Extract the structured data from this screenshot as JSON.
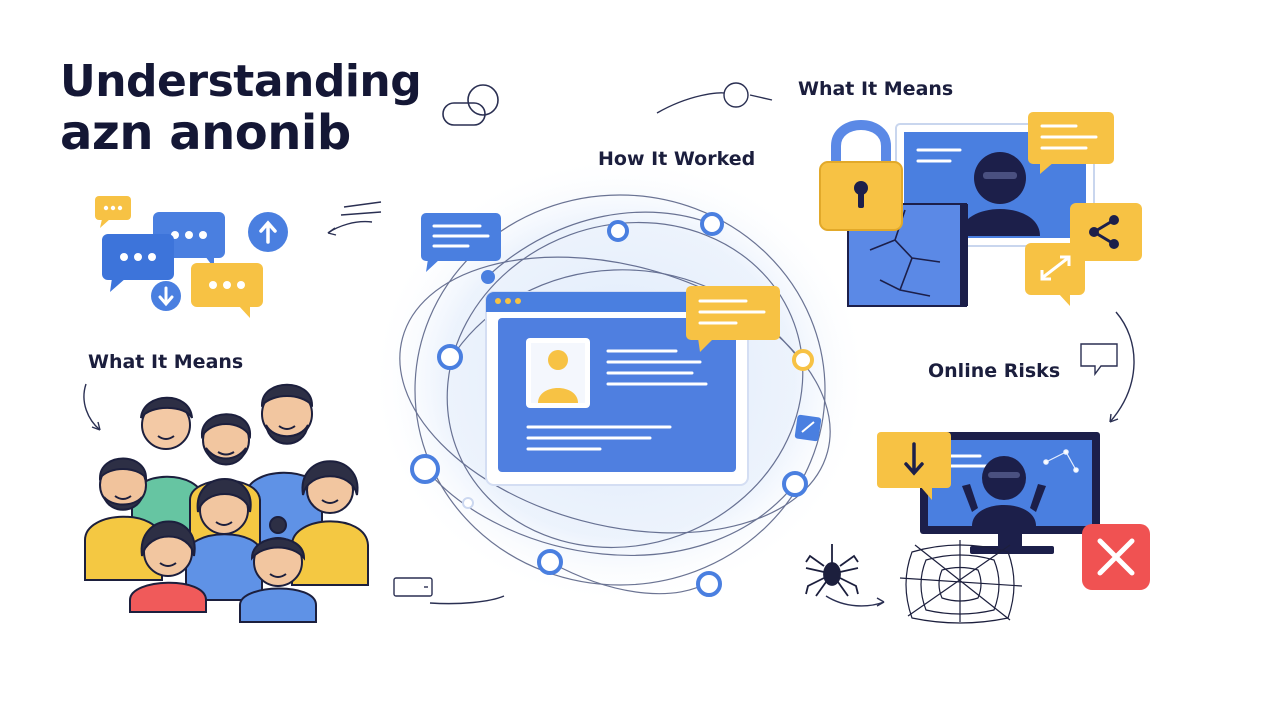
{
  "title": {
    "line1": "Understanding",
    "line2": "azn anonib"
  },
  "labels": {
    "top_left_section": "What It Means",
    "center_section": "How It Worked",
    "top_right_section": "What It Means",
    "bottom_right_section": "Online Risks"
  },
  "colors": {
    "blue": "#4a7fe0",
    "light_blue": "#dbe8fb",
    "yellow": "#f7c244",
    "navy": "#1c1f4a",
    "red": "#f05252"
  },
  "icons": [
    "chat-bubble-icon",
    "arrow-up-icon",
    "arrow-down-icon",
    "profile-card-icon",
    "padlock-icon",
    "hacker-icon",
    "share-icon",
    "download-icon",
    "close-icon",
    "spider-icon",
    "spider-web-icon",
    "link-icon"
  ]
}
